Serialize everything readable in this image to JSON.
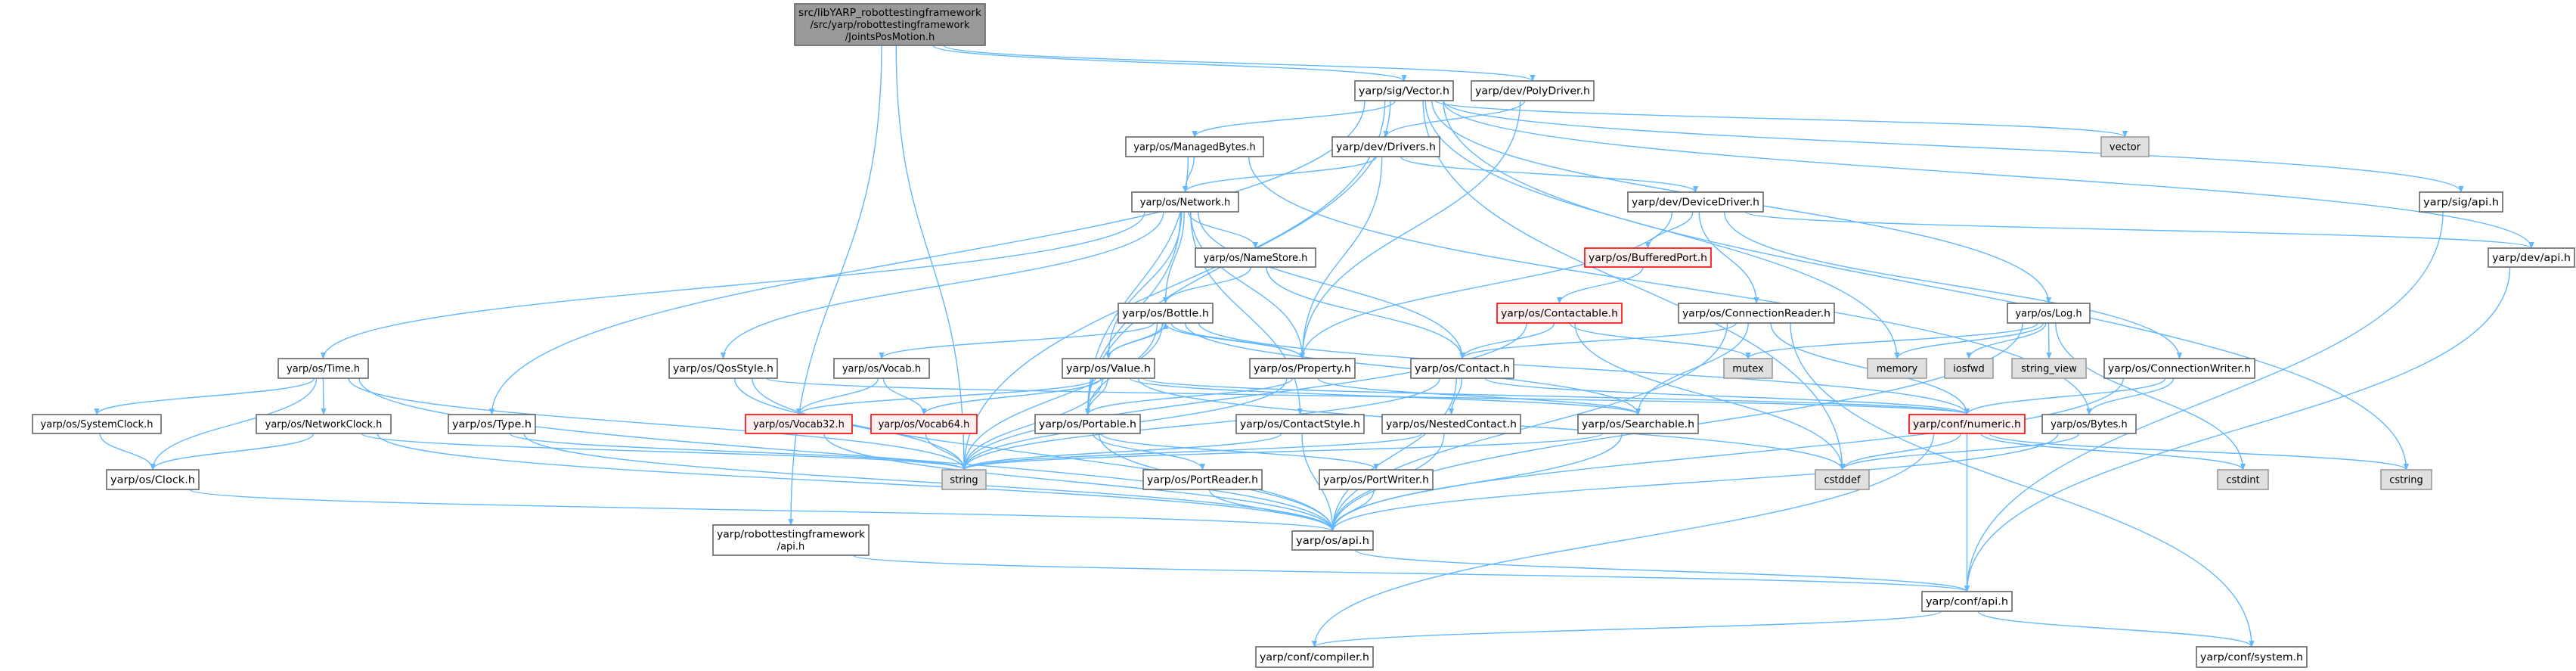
{
  "colors": {
    "edge": "#63b8ff",
    "node_border": "#666666",
    "red_border": "#ff0000",
    "red_fill": "#fff0f0",
    "system_fill": "#e0e0e0",
    "root_fill": "#999999"
  },
  "nodes": {
    "root": {
      "lines": [
        "src/libYARP_robottestingframework",
        "/src/yarp/robottestingframework",
        "/JointsPosMotion.h"
      ],
      "kind": "root"
    },
    "sigVector": {
      "lines": [
        "yarp/sig/Vector.h"
      ],
      "kind": "normal"
    },
    "polyDriver": {
      "lines": [
        "yarp/dev/PolyDriver.h"
      ],
      "kind": "normal"
    },
    "managedBytes": {
      "lines": [
        "yarp/os/ManagedBytes.h"
      ],
      "kind": "normal"
    },
    "drivers": {
      "lines": [
        "yarp/dev/Drivers.h"
      ],
      "kind": "normal"
    },
    "vector": {
      "lines": [
        "vector"
      ],
      "kind": "gray"
    },
    "network": {
      "lines": [
        "yarp/os/Network.h"
      ],
      "kind": "normal"
    },
    "deviceDriver": {
      "lines": [
        "yarp/dev/DeviceDriver.h"
      ],
      "kind": "normal"
    },
    "sigApi": {
      "lines": [
        "yarp/sig/api.h"
      ],
      "kind": "normal"
    },
    "nameStore": {
      "lines": [
        "yarp/os/NameStore.h"
      ],
      "kind": "normal"
    },
    "bufferedPort": {
      "lines": [
        "yarp/os/BufferedPort.h"
      ],
      "kind": "red"
    },
    "devApi": {
      "lines": [
        "yarp/dev/api.h"
      ],
      "kind": "normal"
    },
    "bottle": {
      "lines": [
        "yarp/os/Bottle.h"
      ],
      "kind": "normal"
    },
    "contactable": {
      "lines": [
        "yarp/os/Contactable.h"
      ],
      "kind": "red"
    },
    "connectionReader": {
      "lines": [
        "yarp/os/ConnectionReader.h"
      ],
      "kind": "normal"
    },
    "log": {
      "lines": [
        "yarp/os/Log.h"
      ],
      "kind": "normal"
    },
    "time": {
      "lines": [
        "yarp/os/Time.h"
      ],
      "kind": "normal"
    },
    "qosStyle": {
      "lines": [
        "yarp/os/QosStyle.h"
      ],
      "kind": "normal"
    },
    "vocab": {
      "lines": [
        "yarp/os/Vocab.h"
      ],
      "kind": "normal"
    },
    "value": {
      "lines": [
        "yarp/os/Value.h"
      ],
      "kind": "normal"
    },
    "property": {
      "lines": [
        "yarp/os/Property.h"
      ],
      "kind": "normal"
    },
    "contact": {
      "lines": [
        "yarp/os/Contact.h"
      ],
      "kind": "normal"
    },
    "mutex": {
      "lines": [
        "mutex"
      ],
      "kind": "gray"
    },
    "memory": {
      "lines": [
        "memory"
      ],
      "kind": "gray"
    },
    "iosfwd": {
      "lines": [
        "iosfwd"
      ],
      "kind": "gray"
    },
    "stringView": {
      "lines": [
        "string_view"
      ],
      "kind": "gray"
    },
    "connectionWriter": {
      "lines": [
        "yarp/os/ConnectionWriter.h"
      ],
      "kind": "normal"
    },
    "systemClock": {
      "lines": [
        "yarp/os/SystemClock.h"
      ],
      "kind": "normal"
    },
    "networkClock": {
      "lines": [
        "yarp/os/NetworkClock.h"
      ],
      "kind": "normal"
    },
    "type": {
      "lines": [
        "yarp/os/Type.h"
      ],
      "kind": "normal"
    },
    "vocab32": {
      "lines": [
        "yarp/os/Vocab32.h"
      ],
      "kind": "red"
    },
    "vocab64": {
      "lines": [
        "yarp/os/Vocab64.h"
      ],
      "kind": "red"
    },
    "portable": {
      "lines": [
        "yarp/os/Portable.h"
      ],
      "kind": "normal"
    },
    "contactStyle": {
      "lines": [
        "yarp/os/ContactStyle.h"
      ],
      "kind": "normal"
    },
    "nestedContact": {
      "lines": [
        "yarp/os/NestedContact.h"
      ],
      "kind": "normal"
    },
    "searchable": {
      "lines": [
        "yarp/os/Searchable.h"
      ],
      "kind": "normal"
    },
    "numeric": {
      "lines": [
        "yarp/conf/numeric.h"
      ],
      "kind": "red"
    },
    "bytes": {
      "lines": [
        "yarp/os/Bytes.h"
      ],
      "kind": "normal"
    },
    "clock": {
      "lines": [
        "yarp/os/Clock.h"
      ],
      "kind": "normal"
    },
    "string": {
      "lines": [
        "string"
      ],
      "kind": "gray"
    },
    "portReader": {
      "lines": [
        "yarp/os/PortReader.h"
      ],
      "kind": "normal"
    },
    "portWriter": {
      "lines": [
        "yarp/os/PortWriter.h"
      ],
      "kind": "normal"
    },
    "cstddef": {
      "lines": [
        "cstddef"
      ],
      "kind": "gray"
    },
    "cstdint": {
      "lines": [
        "cstdint"
      ],
      "kind": "gray"
    },
    "cstring": {
      "lines": [
        "cstring"
      ],
      "kind": "gray"
    },
    "osApi": {
      "lines": [
        "yarp/os/api.h"
      ],
      "kind": "normal"
    },
    "rtfApi": {
      "lines": [
        "yarp/robottestingframework",
        "/api.h"
      ],
      "kind": "normal"
    },
    "confApi": {
      "lines": [
        "yarp/conf/api.h"
      ],
      "kind": "normal"
    },
    "compiler": {
      "lines": [
        "yarp/conf/compiler.h"
      ],
      "kind": "normal"
    },
    "system": {
      "lines": [
        "yarp/conf/system.h"
      ],
      "kind": "normal"
    }
  },
  "edges": [
    [
      "root",
      "sigVector"
    ],
    [
      "root",
      "polyDriver"
    ],
    [
      "root",
      "string"
    ],
    [
      "root",
      "rtfApi"
    ],
    [
      "sigVector",
      "managedBytes"
    ],
    [
      "sigVector",
      "type"
    ],
    [
      "sigVector",
      "string"
    ],
    [
      "sigVector",
      "portable"
    ],
    [
      "sigVector",
      "memory"
    ],
    [
      "sigVector",
      "cstddef"
    ],
    [
      "sigVector",
      "vector"
    ],
    [
      "sigVector",
      "cstring"
    ],
    [
      "sigVector",
      "log"
    ],
    [
      "sigVector",
      "sigApi"
    ],
    [
      "sigVector",
      "devApi"
    ],
    [
      "polyDriver",
      "drivers"
    ],
    [
      "polyDriver",
      "property"
    ],
    [
      "drivers",
      "network"
    ],
    [
      "drivers",
      "deviceDriver"
    ],
    [
      "drivers",
      "property"
    ],
    [
      "managedBytes",
      "network"
    ],
    [
      "managedBytes",
      "portable"
    ],
    [
      "managedBytes",
      "bytes"
    ],
    [
      "network",
      "time"
    ],
    [
      "network",
      "qosStyle"
    ],
    [
      "network",
      "nameStore"
    ],
    [
      "network",
      "value"
    ],
    [
      "network",
      "property"
    ],
    [
      "network",
      "portable"
    ],
    [
      "network",
      "contact"
    ],
    [
      "network",
      "contactStyle"
    ],
    [
      "network",
      "bottle"
    ],
    [
      "nameStore",
      "bottle"
    ],
    [
      "nameStore",
      "contact"
    ],
    [
      "deviceDriver",
      "bufferedPort"
    ],
    [
      "deviceDriver",
      "connectionReader"
    ],
    [
      "deviceDriver",
      "property"
    ],
    [
      "deviceDriver",
      "connectionWriter"
    ],
    [
      "deviceDriver",
      "devApi"
    ],
    [
      "bufferedPort",
      "contactable"
    ],
    [
      "contactable",
      "contact"
    ],
    [
      "contactable",
      "mutex"
    ],
    [
      "contactable",
      "string"
    ],
    [
      "contactable",
      "cstddef"
    ],
    [
      "connectionReader",
      "contact"
    ],
    [
      "connectionReader",
      "searchable"
    ],
    [
      "connectionReader",
      "numeric"
    ],
    [
      "connectionReader",
      "system"
    ],
    [
      "connectionReader",
      "osApi"
    ],
    [
      "log",
      "mutex"
    ],
    [
      "log",
      "memory"
    ],
    [
      "log",
      "iosfwd"
    ],
    [
      "log",
      "stringView"
    ],
    [
      "log",
      "cstdint"
    ],
    [
      "log",
      "osApi"
    ],
    [
      "bottle",
      "property"
    ],
    [
      "bottle",
      "value"
    ],
    [
      "bottle",
      "vocab"
    ],
    [
      "bottle",
      "portable"
    ],
    [
      "bottle",
      "searchable"
    ],
    [
      "bottle",
      "string"
    ],
    [
      "bottle",
      "numeric"
    ],
    [
      "value",
      "bottle"
    ],
    [
      "value",
      "vocab32"
    ],
    [
      "value",
      "vocab64"
    ],
    [
      "value",
      "portable"
    ],
    [
      "value",
      "searchable"
    ],
    [
      "value",
      "string"
    ],
    [
      "value",
      "numeric"
    ],
    [
      "value",
      "cstddef"
    ],
    [
      "property",
      "bottle"
    ],
    [
      "property",
      "portable"
    ],
    [
      "property",
      "searchable"
    ],
    [
      "property",
      "string"
    ],
    [
      "contact",
      "nestedContact"
    ],
    [
      "contact",
      "string"
    ],
    [
      "contact",
      "osApi"
    ],
    [
      "contact",
      "numeric"
    ],
    [
      "time",
      "systemClock"
    ],
    [
      "time",
      "networkClock"
    ],
    [
      "time",
      "clock"
    ],
    [
      "time",
      "osApi"
    ],
    [
      "time",
      "string"
    ],
    [
      "systemClock",
      "clock"
    ],
    [
      "networkClock",
      "clock"
    ],
    [
      "networkClock",
      "osApi"
    ],
    [
      "networkClock",
      "string"
    ],
    [
      "clock",
      "osApi"
    ],
    [
      "type",
      "osApi"
    ],
    [
      "type",
      "string"
    ],
    [
      "qosStyle",
      "osApi"
    ],
    [
      "qosStyle",
      "string"
    ],
    [
      "qosStyle",
      "numeric"
    ],
    [
      "vocab",
      "vocab32"
    ],
    [
      "vocab",
      "vocab64"
    ],
    [
      "vocab32",
      "osApi"
    ],
    [
      "vocab64",
      "string"
    ],
    [
      "portable",
      "portReader"
    ],
    [
      "portable",
      "portWriter"
    ],
    [
      "portable",
      "osApi"
    ],
    [
      "contactStyle",
      "osApi"
    ],
    [
      "contactStyle",
      "string"
    ],
    [
      "nestedContact",
      "osApi"
    ],
    [
      "nestedContact",
      "string"
    ],
    [
      "searchable",
      "osApi"
    ],
    [
      "searchable",
      "string"
    ],
    [
      "portReader",
      "osApi"
    ],
    [
      "portWriter",
      "osApi"
    ],
    [
      "connectionWriter",
      "numeric"
    ],
    [
      "connectionWriter",
      "bytes"
    ],
    [
      "connectionWriter",
      "osApi"
    ],
    [
      "numeric",
      "cstddef"
    ],
    [
      "numeric",
      "cstdint"
    ],
    [
      "numeric",
      "cstring"
    ],
    [
      "numeric",
      "confApi"
    ],
    [
      "numeric",
      "compiler"
    ],
    [
      "bytes",
      "cstddef"
    ],
    [
      "bytes",
      "osApi"
    ],
    [
      "osApi",
      "confApi"
    ],
    [
      "rtfApi",
      "confApi"
    ],
    [
      "sigApi",
      "confApi"
    ],
    [
      "devApi",
      "confApi"
    ],
    [
      "confApi",
      "compiler"
    ],
    [
      "confApi",
      "system"
    ]
  ]
}
